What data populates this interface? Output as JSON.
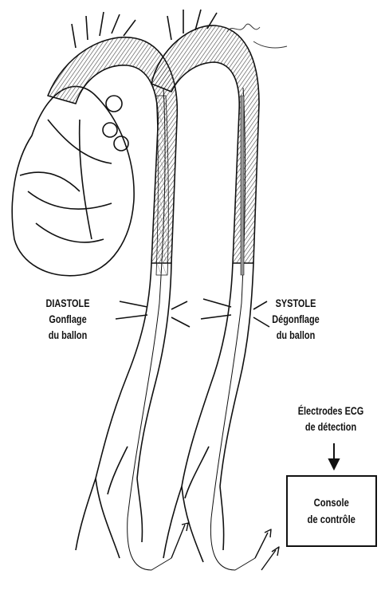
{
  "labels": {
    "diastole": {
      "line1": "DIASTOLE",
      "line2": "Gonflage",
      "line3": "du ballon"
    },
    "systole": {
      "line1": "SYSTOLE",
      "line2": "Dégonflage",
      "line3": "du ballon"
    },
    "ecg": {
      "line1": "Électrodes ECG",
      "line2": "de détection"
    },
    "console": {
      "line1": "Console",
      "line2": "de contrôle"
    }
  },
  "colors": {
    "ink": "#111111",
    "paper": "#ffffff",
    "hatch": "#555555"
  }
}
